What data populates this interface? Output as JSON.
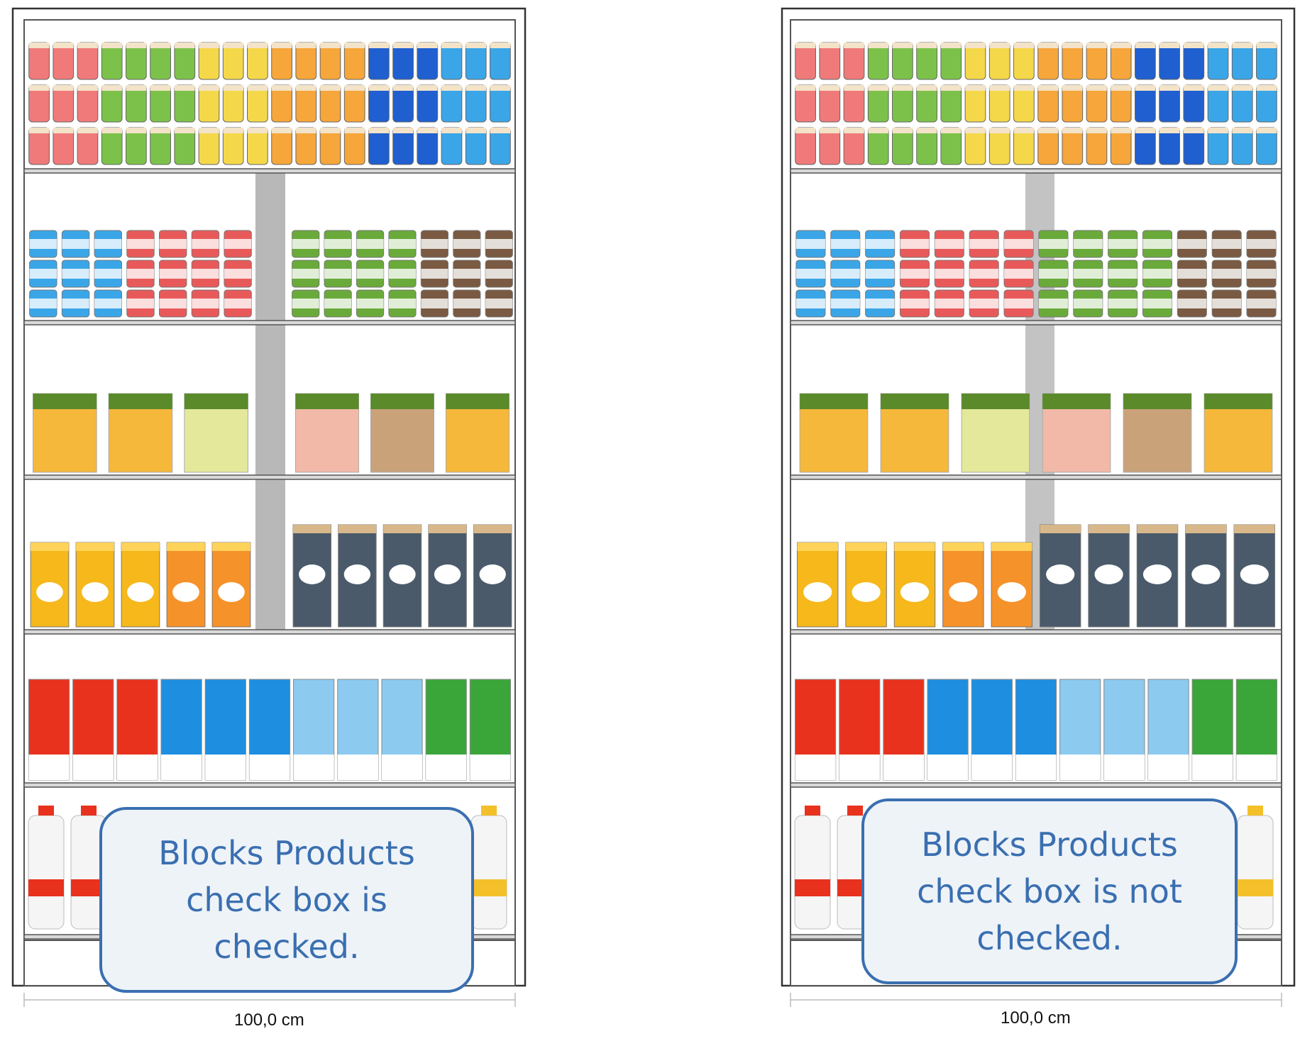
{
  "left_panel": {
    "callout": [
      "Blocks Products",
      "check box is",
      "checked."
    ],
    "width_label": "100,0 cm"
  },
  "right_panel": {
    "callout": [
      "Blocks Products",
      "check box is not",
      "checked."
    ],
    "width_label": "100,0 cm"
  },
  "colors": {
    "callout_border": "#3a6fb0",
    "callout_bg": "#eef3f8",
    "blocker": "#b8b8b8",
    "shelf": "#555555"
  },
  "shelves": [
    {
      "name": "yogurt-cups",
      "colors": [
        "#f07a7a",
        "#f07a7a",
        "#f07a7a",
        "#7cc24a",
        "#7cc24a",
        "#7cc24a",
        "#7cc24a",
        "#f4d84a",
        "#f4d84a",
        "#f4d84a",
        "#f6a63a",
        "#f6a63a",
        "#f6a63a",
        "#f6a63a",
        "#1f5fd0",
        "#1f5fd0",
        "#1f5fd0",
        "#3aa6e8",
        "#3aa6e8",
        "#3aa6e8"
      ]
    },
    {
      "name": "dessert-cups",
      "colors": [
        "#3aa6e8",
        "#3aa6e8",
        "#3aa6e8",
        "#e85a5a",
        "#e85a5a",
        "#e85a5a",
        "#e85a5a",
        "#6aaa3a",
        "#6aaa3a",
        "#6aaa3a",
        "#6aaa3a",
        "#7a5a42",
        "#7a5a42",
        "#7a5a42"
      ]
    },
    {
      "name": "cheese-packs",
      "colors": [
        "#f6b83a",
        "#f6b83a",
        "#e4e89a",
        "#f2b9a8",
        "#c9a27a",
        "#f6b83a"
      ]
    },
    {
      "name": "milk-drinks",
      "colors": [
        "#f6b81a",
        "#f6b81a",
        "#f6b81a",
        "#f6922a",
        "#f6922a",
        "#4a5a6a",
        "#4a5a6a",
        "#4a5a6a",
        "#4a5a6a",
        "#4a5a6a"
      ]
    },
    {
      "name": "milk-cartons",
      "colors": [
        "#e8321e",
        "#e8321e",
        "#e8321e",
        "#1e8fe0",
        "#1e8fe0",
        "#1e8fe0",
        "#8ccaf0",
        "#8ccaf0",
        "#8ccaf0",
        "#3aa63a",
        "#3aa63a"
      ]
    },
    {
      "name": "milk-bottles",
      "colors": [
        "#e8321e",
        "#e8321e",
        "#f4c02a"
      ]
    }
  ]
}
